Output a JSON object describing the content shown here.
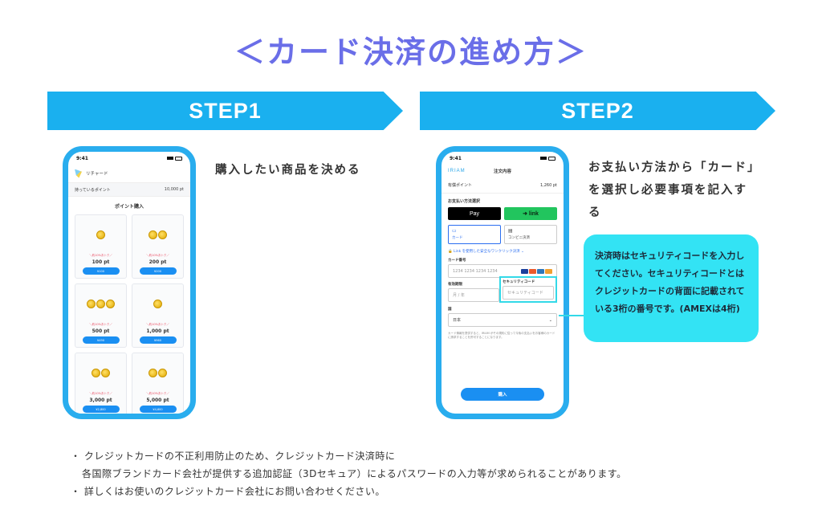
{
  "title": "＜カード決済の進め方＞",
  "step1": {
    "label": "STEP1",
    "text": "購入したい商品を決める",
    "phone": {
      "time": "9:41",
      "header": "リチャード",
      "points_label": "持っているポイント",
      "points_value": "10,000 pt",
      "section": "ポイント購入",
      "bonus": "＼約10%おトク／",
      "items": [
        {
          "pt": "100 pt",
          "price": "¥100"
        },
        {
          "pt": "200 pt",
          "price": "¥200"
        },
        {
          "pt": "500 pt",
          "price": "¥490"
        },
        {
          "pt": "1,000 pt",
          "price": "¥960"
        },
        {
          "pt": "3,000 pt",
          "price": "¥2,800"
        },
        {
          "pt": "5,000 pt",
          "price": "¥4,600"
        }
      ]
    }
  },
  "step2": {
    "label": "STEP2",
    "text": "お支払い方法から「カード」を選択し必要事項を記入する",
    "phone": {
      "time": "9:41",
      "brand": "IRIAM",
      "header": "注文内容",
      "owned_label": "有償ポイント",
      "owned_value": "1,260 pt",
      "pay_select": "お支払い方法選択",
      "apple_pay": " Pay",
      "link_pay": "link",
      "method_card": "カード",
      "method_conv": "コンビニ決済",
      "link_note": "🔒 Link を使用した安全なワンクリック決済 ⌄",
      "card_number_label": "カード番号",
      "card_number_ph": "1234 1234 1234 1234",
      "expiry_label": "有効期限",
      "expiry_ph": "月 / 年",
      "security_label": "セキュリティコード",
      "security_ph": "セキュリティコード",
      "country_label": "国",
      "country_value": "日本",
      "disclaimer": "カード情報を提供すると、IRIAM がその規約に従って今後の支払いをお客様のカードに請求することを許可することになります。",
      "purchase": "購入"
    },
    "callout": "決済時はセキュリティコードを入力してください。セキュリティコードとはクレジットカードの背面に記載されている3桁の番号です。(AMEXは4桁)"
  },
  "notes": [
    "・ クレジットカードの不正利用防止のため、クレジットカード決済時に",
    "各国際ブランドカード会社が提供する追加認証（3Dセキュア）によるパスワードの入力等が求められることがあります。",
    "・ 詳しくはお使いのクレジットカード会社にお問い合わせください。"
  ],
  "colors": {
    "title": "#6a6ee8",
    "banner": "#1ab0ef",
    "phone_frame": "#29adee",
    "callout": "#33e3f4"
  }
}
